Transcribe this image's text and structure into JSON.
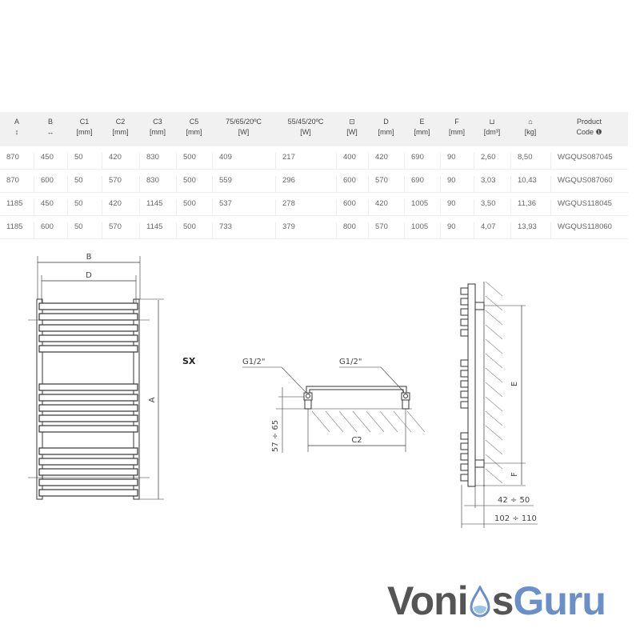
{
  "table": {
    "headers": [
      {
        "l1": "A",
        "l2": "↕"
      },
      {
        "l1": "B",
        "l2": "↔"
      },
      {
        "l1": "C1",
        "l2": "[mm]"
      },
      {
        "l1": "C2",
        "l2": "[mm]"
      },
      {
        "l1": "C3",
        "l2": "[mm]"
      },
      {
        "l1": "C5",
        "l2": "[mm]"
      },
      {
        "l1": "75/65/20ºC",
        "l2": "[W]"
      },
      {
        "l1": "55/45/20ºC",
        "l2": "[W]"
      },
      {
        "l1": "⊡",
        "l2": "[W]"
      },
      {
        "l1": "D",
        "l2": "[mm]"
      },
      {
        "l1": "E",
        "l2": "[mm]"
      },
      {
        "l1": "F",
        "l2": "[mm]"
      },
      {
        "l1": "⊔",
        "l2": "[dm³]"
      },
      {
        "l1": "⌂",
        "l2": "[kg]"
      },
      {
        "l1": "Product",
        "l2": "Code ❶"
      }
    ],
    "rows": [
      [
        "870",
        "450",
        "50",
        "420",
        "830",
        "500",
        "409",
        "217",
        "400",
        "420",
        "690",
        "90",
        "2,60",
        "8,50",
        "WGQUS087045"
      ],
      [
        "870",
        "600",
        "50",
        "570",
        "830",
        "500",
        "559",
        "296",
        "600",
        "570",
        "690",
        "90",
        "3,03",
        "10,43",
        "WGQUS087060"
      ],
      [
        "1185",
        "450",
        "50",
        "420",
        "1145",
        "500",
        "537",
        "278",
        "600",
        "420",
        "1005",
        "90",
        "3,50",
        "11,36",
        "WGQUS118045"
      ],
      [
        "1185",
        "600",
        "50",
        "570",
        "1145",
        "500",
        "733",
        "379",
        "800",
        "570",
        "1005",
        "90",
        "4,07",
        "13,93",
        "WGQUS118060"
      ]
    ]
  },
  "front": {
    "B": "B",
    "D": "D",
    "A": "A",
    "model": "SX"
  },
  "bottom": {
    "conn_left": "G1/2\"",
    "conn_right": "G1/2\"",
    "height": "57 ÷ 65",
    "C2": "C2"
  },
  "side": {
    "E": "E",
    "F": "F",
    "d1": "42 ÷ 50",
    "d2": "102 ÷ 110"
  },
  "logo": {
    "part1": "Voni",
    "part2": "s",
    "part3": "Guru"
  }
}
